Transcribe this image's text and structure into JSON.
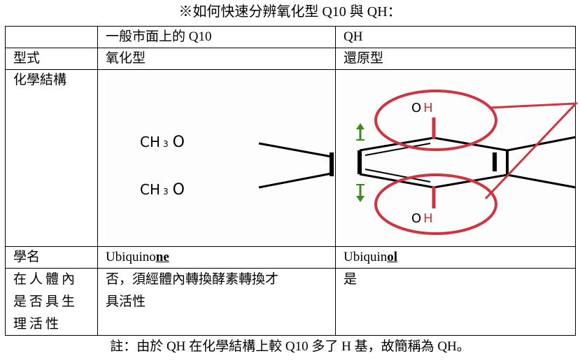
{
  "title": "※如何快速分辨氧化型 Q10 與 QH：",
  "header": {
    "col1": "一般市面上的 Q10",
    "col2": "QH"
  },
  "rows": {
    "form": {
      "label": "型式",
      "q10": "氧化型",
      "qh": "還原型"
    },
    "structure": {
      "label": "化學結構"
    },
    "name": {
      "label": "學名",
      "q10_base": "Ubiquino",
      "q10_suffix": "ne",
      "qh_base": "Ubiquin",
      "qh_suffix": "ol"
    },
    "activity": {
      "label_lines": [
        "在人體內",
        "是否具生",
        "理活性"
      ],
      "q10_lines": [
        "否，須經體內轉換酵素轉換才",
        "具活性"
      ],
      "qh": "是"
    }
  },
  "diagram": {
    "group1": "CH",
    "sub": "3",
    "group1_tail": "O",
    "oh_o": "O",
    "oh_h": "H",
    "colors": {
      "red": "#d0343f",
      "green": "#3d8a1e"
    }
  },
  "note": "註：由於 QH 在化學結構上較 Q10 多了 H 基，故簡稱為 QH。"
}
